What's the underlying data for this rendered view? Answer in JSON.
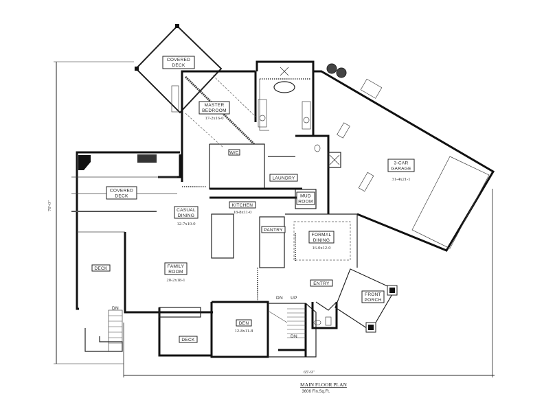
{
  "plan": {
    "title": "MAIN FLOOR PLAN",
    "subtitle": "3606 Fin.Sq.Ft.",
    "overall_width": "65'-9\"",
    "overall_depth": "70'-0\""
  },
  "rooms": {
    "covered_deck_upper": {
      "line1": "COVERED",
      "line2": "DECK"
    },
    "master_bedroom": {
      "line1": "MASTER",
      "line2": "BEDROOM",
      "size": "17-2x16-0"
    },
    "wic": {
      "line1": "W/C"
    },
    "laundry": {
      "line1": "LAUNDRY"
    },
    "garage": {
      "line1": "3-CAR",
      "line2": "GARAGE",
      "size": "31-4x21-1"
    },
    "covered_deck_left": {
      "line1": "COVERED",
      "line2": "DECK"
    },
    "casual_dining": {
      "line1": "CASUAL",
      "line2": "DINING",
      "size": "12-7x10-0"
    },
    "kitchen": {
      "line1": "KITCHEN",
      "size": "18-8x11-0"
    },
    "mud_room": {
      "line1": "MUD",
      "line2": "ROOM"
    },
    "pantry": {
      "line1": "PANTRY"
    },
    "formal_dining": {
      "line1": "FORMAL",
      "line2": "DINING",
      "size": "16-0x12-0"
    },
    "deck_left": {
      "line1": "DECK"
    },
    "family_room": {
      "line1": "FAMILY",
      "line2": "ROOM",
      "size": "20-2x18-1"
    },
    "entry": {
      "line1": "ENTRY"
    },
    "front_porch": {
      "line1": "FRONT",
      "line2": "PORCH"
    },
    "den": {
      "line1": "DEN",
      "size": "12-8x11-8"
    },
    "deck_lower": {
      "line1": "DECK"
    }
  },
  "stairs": {
    "dn_left": "DN",
    "dn_main": "DN",
    "up_main": "UP",
    "dn_lower": "DN"
  }
}
